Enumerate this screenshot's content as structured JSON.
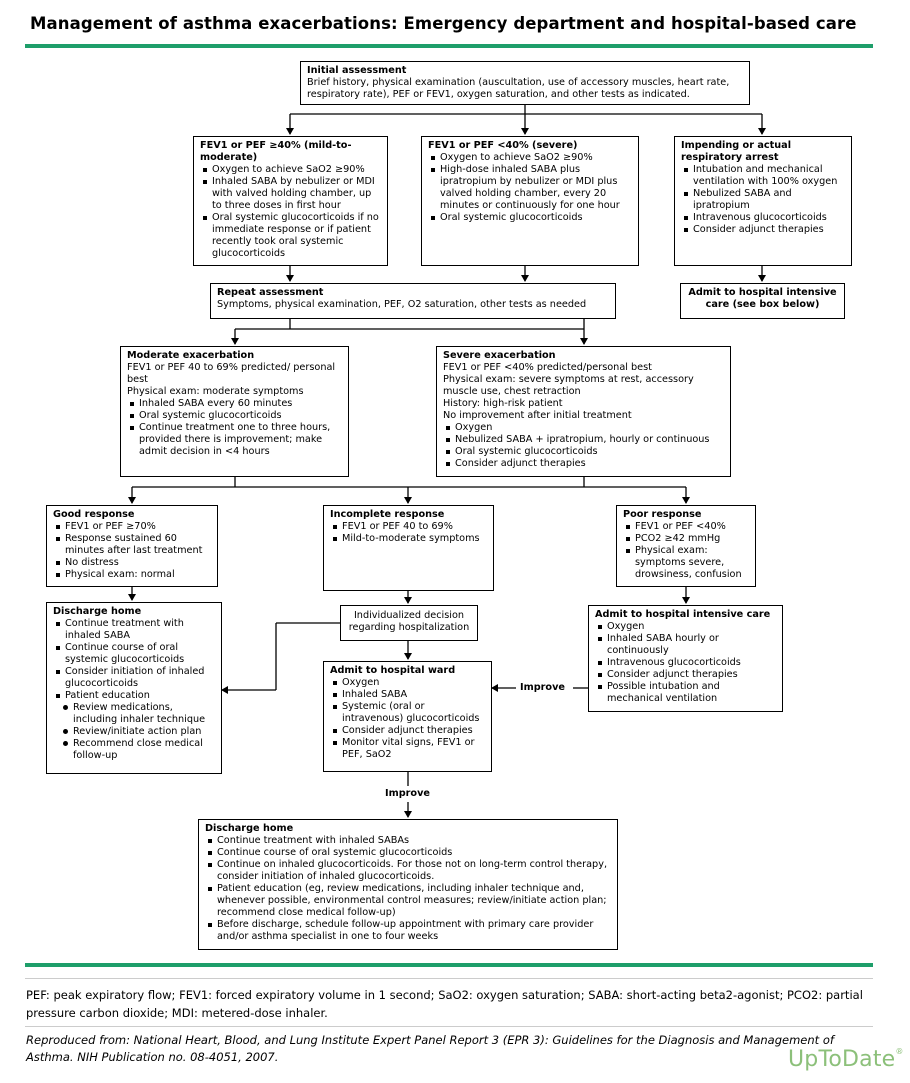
{
  "title": "Management of asthma exacerbations: Emergency department and hospital-based care",
  "boxes": {
    "initial": {
      "heading": "Initial assessment",
      "lines": [
        "Brief history, physical examination (auscultation, use of accessory muscles, heart rate,",
        "respiratory rate), PEF or FEV1, oxygen saturation, and other tests as indicated."
      ]
    },
    "mild": {
      "heading": "FEV1 or PEF ≥40% (mild-to-moderate)",
      "items": [
        "Oxygen to achieve SaO2 ≥90%",
        "Inhaled SABA by nebulizer or MDI with valved holding chamber, up to three doses in first hour",
        "Oral systemic glucocorticoids if no immediate response or if patient recently took oral systemic glucocorticoids"
      ]
    },
    "severe1": {
      "heading": "FEV1 or PEF <40% (severe)",
      "items": [
        "Oxygen to achieve SaO2 ≥90%",
        "High-dose inhaled SABA plus ipratropium by nebulizer or MDI plus valved holding chamber, every 20 minutes or continuously for one hour",
        "Oral systemic glucocorticoids"
      ]
    },
    "arrest": {
      "heading": "Impending or actual respiratory arrest",
      "items": [
        "Intubation and mechanical ventilation with 100% oxygen",
        "Nebulized SABA and ipratropium",
        "Intravenous glucocorticoids",
        "Consider adjunct therapies"
      ]
    },
    "icu1": {
      "text": "Admit to hospital intensive care (see box below)"
    },
    "repeat": {
      "heading": "Repeat assessment",
      "text": "Symptoms, physical examination, PEF, O2 saturation, other tests as needed"
    },
    "moderate": {
      "heading": "Moderate exacerbation",
      "lines": [
        "FEV1 or PEF 40 to 69% predicted/ personal best",
        "Physical exam: moderate symptoms"
      ],
      "items": [
        "Inhaled SABA every 60 minutes",
        "Oral systemic glucocorticoids",
        "Continue treatment one to three hours, provided there is improvement; make admit decision in <4 hours"
      ]
    },
    "severe2": {
      "heading": "Severe exacerbation",
      "lines": [
        "FEV1 or PEF <40% predicted/personal best",
        "Physical exam: severe symptoms at rest, accessory muscle use, chest retraction",
        "History: high-risk patient",
        "No improvement after initial treatment"
      ],
      "items": [
        "Oxygen",
        "Nebulized SABA + ipratropium, hourly or continuous",
        "Oral systemic glucocorticoids",
        "Consider adjunct therapies"
      ]
    },
    "good": {
      "heading": "Good response",
      "items": [
        "FEV1 or PEF ≥70%",
        "Response sustained 60 minutes after last treatment",
        "No distress",
        "Physical exam: normal"
      ]
    },
    "incomplete": {
      "heading": "Incomplete response",
      "items": [
        "FEV1 or PEF 40 to 69%",
        "Mild-to-moderate symptoms"
      ]
    },
    "poor": {
      "heading": "Poor response",
      "items": [
        "FEV1 or PEF <40%",
        "PCO2 ≥42 mmHg",
        "Physical exam: symptoms severe, drowsiness, confusion"
      ]
    },
    "discharge1": {
      "heading": "Discharge home",
      "items": [
        "Continue treatment with inhaled SABA",
        "Continue course of oral systemic glucocorticoids",
        "Consider initiation of inhaled glucocorticoids",
        "Patient education"
      ],
      "subitems": [
        "Review medications, including inhaler technique",
        "Review/initiate action plan",
        "Recommend close medical follow-up"
      ]
    },
    "individual": {
      "text": "Individualized decision regarding hospitalization"
    },
    "icu2": {
      "heading": "Admit to hospital intensive care",
      "items": [
        "Oxygen",
        "Inhaled SABA hourly or continuously",
        "Intravenous glucocorticoids",
        "Consider adjunct therapies",
        "Possible intubation and mechanical ventilation"
      ]
    },
    "ward": {
      "heading": "Admit to hospital ward",
      "items": [
        "Oxygen",
        "Inhaled SABA",
        "Systemic (oral or intravenous) glucocorticoids",
        "Consider adjunct therapies",
        "Monitor vital signs, FEV1 or PEF, SaO2"
      ]
    },
    "discharge2": {
      "heading": "Discharge home",
      "items": [
        "Continue treatment with inhaled SABAs",
        "Continue course of oral systemic glucocorticoids",
        "Continue on inhaled glucocorticoids. For those not on long-term control therapy, consider initiation of inhaled glucocorticoids.",
        "Patient education (eg, review medications, including inhaler technique and, whenever possible, environmental control measures; review/initiate action plan; recommend close medical follow-up)",
        "Before discharge, schedule follow-up appointment with primary care provider and/or asthma specialist in one to four weeks"
      ]
    }
  },
  "labels": {
    "improve1": "Improve",
    "improve2": "Improve"
  },
  "footnote": "PEF: peak expiratory flow; FEV1: forced expiratory volume in 1 second; SaO2: oxygen saturation; SABA: short-acting beta2-agonist; PCO2: partial pressure carbon dioxide; MDI: metered-dose inhaler.",
  "credit": "Reproduced from: National Heart, Blood, and Lung Institute Expert Panel Report 3 (EPR 3): Guidelines for the Diagnosis and Management of Asthma. NIH Publication no. 08-4051, 2007.",
  "logo": "UpToDate"
}
